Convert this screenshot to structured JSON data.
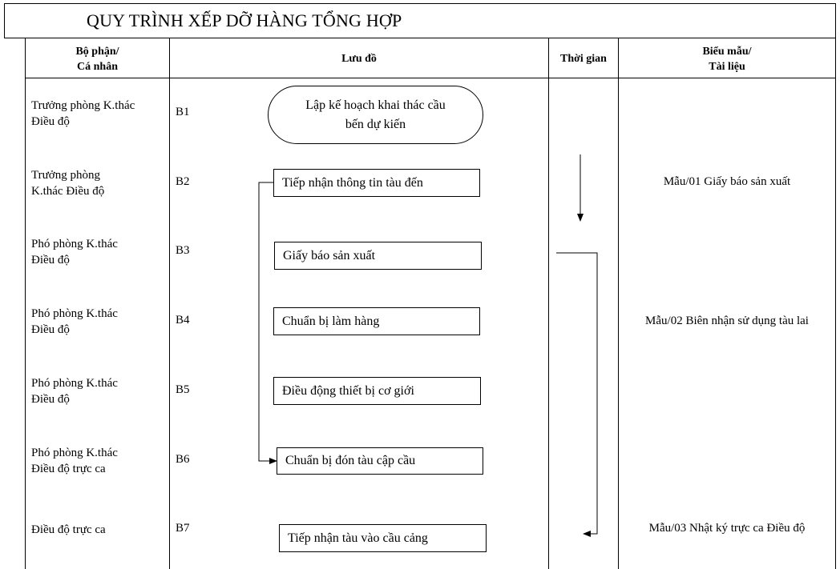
{
  "title": "QUY TRÌNH XẾP DỠ HÀNG TỔNG HỢP",
  "headers": {
    "department": "Bộ phận/\nCá nhân",
    "flowchart": "Lưu đồ",
    "time": "Thời gian",
    "forms": "Biểu mẫu/\nTài liệu"
  },
  "rows": [
    {
      "step": "B1",
      "department": "Trưởng phòng K.thác\nĐiều độ",
      "activity": "Lập kế hoạch khai thác cầu\nbến dự kiến",
      "form": ""
    },
    {
      "step": "B2",
      "department": "Trưởng phòng\nK.thác Điều độ",
      "activity": "Tiếp nhận thông tin tàu đến",
      "form": "Mẫu/01 Giấy báo sản xuất"
    },
    {
      "step": "B3",
      "department": "Phó phòng K.thác\nĐiều độ",
      "activity": "Giấy báo sản xuất",
      "form": ""
    },
    {
      "step": "B4",
      "department": "Phó phòng K.thác\nĐiều độ",
      "activity": "Chuẩn bị làm hàng",
      "form": "Mẫu/02 Biên nhận sử dụng tàu lai"
    },
    {
      "step": "B5",
      "department": "Phó phòng K.thác\nĐiều độ",
      "activity": "Điều động thiết bị cơ giới",
      "form": ""
    },
    {
      "step": "B6",
      "department": "Phó phòng K.thác\nĐiều độ trực ca",
      "activity": "Chuẩn bị đón tàu cập cầu",
      "form": ""
    },
    {
      "step": "B7",
      "department": "Điều độ trực ca",
      "activity": "Tiếp nhận tàu vào cầu cảng",
      "form": "Mẫu/03 Nhật ký trực ca Điều độ"
    }
  ]
}
